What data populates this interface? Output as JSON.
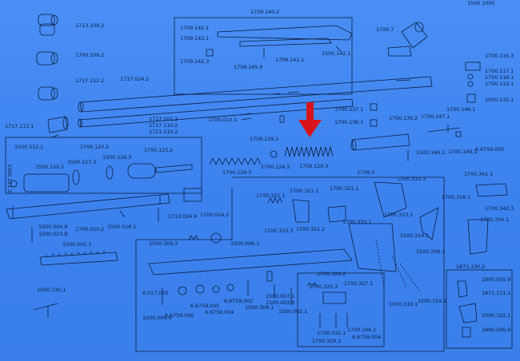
{
  "header": {
    "code": "1500 1000"
  },
  "highlight": {
    "color": "#d8141a",
    "target": "1709.129.3"
  },
  "labels": {
    "p1713109": "1713.109.2",
    "p1700109": "1700.109.2",
    "p1717112": "1717.112.2",
    "p1717024": "1717.024.2",
    "p1717131": "1717.113.1",
    "p1500112": "1500.112.1",
    "p1709140": "1709.140.2",
    "p1709142a": "1709.142.1",
    "p1709143": "1709.143.1",
    "p1709142b": "1709.142.3",
    "p1709145": "1709.145.9",
    "p1709141": "1709.141.1",
    "p1500142": "1500.142.1",
    "p1700_7": "1700.7",
    "p1700116": "1700.116.3",
    "p1700117": "1700.117.1",
    "p1700118": "1700.118.1",
    "p1700119": "1700.119.1",
    "p1500135": "1500.135.1",
    "p1717101": "1717.101.2",
    "p1717110": "1717.110.2",
    "p1721110": "1721.110.2",
    "p1700013": "1700.013.1",
    "p1700137": "1700.137.1",
    "p1700136": "1700.136.1",
    "p1700130": "1700.130.2",
    "p1700147": "1700.147.1",
    "p1700148": "1700.148.1",
    "p1700149": "1700.149.1",
    "p6759005": "6.6759.005",
    "p1500146": "1500.146.1",
    "p1700120": "1700.120.2",
    "p1500121": "1500.121.3",
    "p1500120": "1500.120.1",
    "p1500127": "1500.127.3",
    "p1500128": "1500.128.3",
    "p1700125": "1700.125.2",
    "p1709129a": "1709.129.2",
    "p1709129b": "1709.129.3",
    "p1700129": "1700.129.3",
    "p1700124": "1700.124.3",
    "p1709_3": "1709.3",
    "p1700315": "1700.315.3",
    "p1700341": "1700.341.1",
    "p1700342": "1700.342.3",
    "p1700334": "1700.334.1",
    "p1700322": "1700.322.1",
    "p1700321a": "1700.321.1",
    "p1700321b": "1700.321.1",
    "p1700313": "1700.313.1",
    "p1700318": "1700.318.1",
    "p1500004": "1500.004.9",
    "p1500023": "1500.023.9",
    "p1700010": "1700.010.2",
    "p1500018": "1500.018.1",
    "p1713024": "1713.024.9",
    "p1700014": "1700.014.2",
    "p1700323": "1700.323.3",
    "p1700321c": "1700.321.2",
    "p1700333": "1700.333.1",
    "p1500309": "1500.309.3",
    "p1500006": "1500.006.1",
    "p1500314": "1500.314.1",
    "p1500308": "1500.308.1",
    "p1500001": "1500.001.1",
    "p1500730": "1500.730.1",
    "p6017003": "6.017.003",
    "p1500004b": "1500.004.9",
    "p6759006": "6.6759.006",
    "p6759005b": "6.6759.005",
    "p6759004": "6.6759.004",
    "p6759002": "6.6759.002",
    "p1500308b": "1500.308.1",
    "p1500007": "1500.007.1",
    "p1500003": "1500.003.9",
    "p1500002": "1500.002.1",
    "p1700326": "1700.326.2",
    "p1700325": "1700.325.3",
    "p1700327": "1700.327.1",
    "p1700332": "1700.332.1",
    "p1700329": "1700.329.1",
    "p1700346": "1700.346.1",
    "p6759004b": "6.6759.004",
    "p1500319a": "1500.319.1",
    "p1500319b": "1500.319.1",
    "p1871130": "1871.130.2",
    "p1800505": "1800.505.9",
    "p1871131": "1871.131.1",
    "p2000322": "2000.322.1",
    "p1800506": "1800.506.9"
  }
}
